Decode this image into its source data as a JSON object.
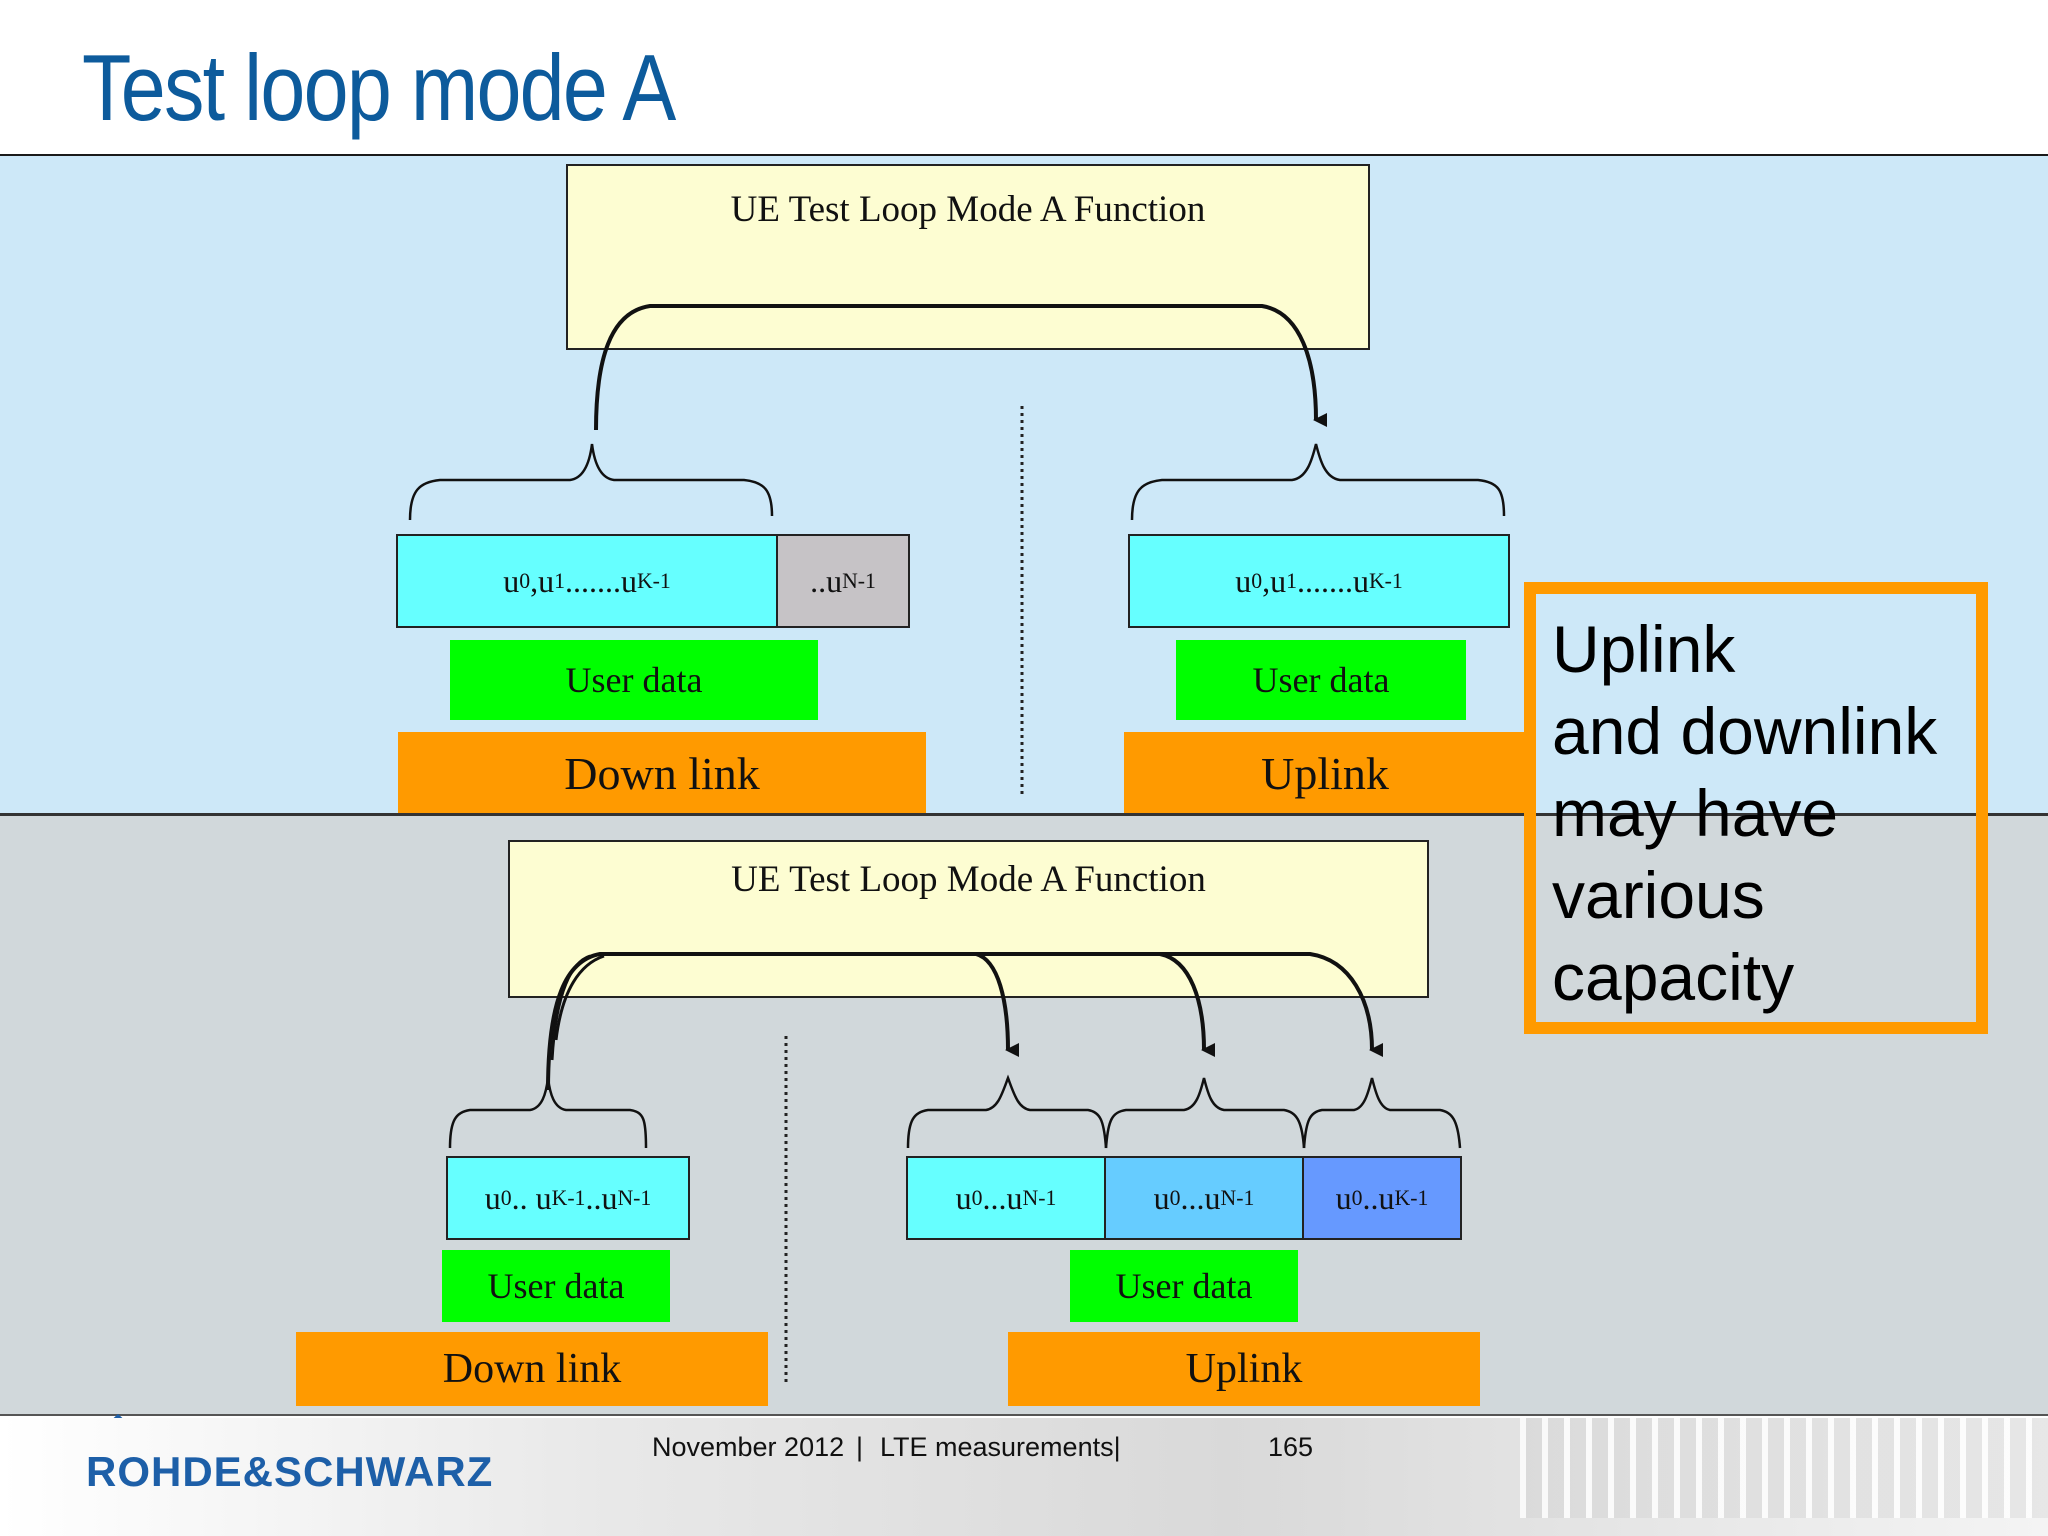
{
  "title": "Test loop mode A",
  "top_diagram": {
    "function_label": "UE Test Loop Mode A Function",
    "downlink": {
      "seg1_main": "u",
      "seg1_sub0": "0",
      "seg1_mid": ",u",
      "seg1_sub1": "1",
      "seg1_dots": ".......u",
      "seg1_subk": "K-1",
      "seg2_main": "..u",
      "seg2_sub": "N-1",
      "user_data": "User data",
      "label": "Down link"
    },
    "uplink": {
      "seg1_main": "u",
      "seg1_sub0": "0",
      "seg1_mid": ",u",
      "seg1_sub1": "1",
      "seg1_dots": ".......u",
      "seg1_subk": "K-1",
      "user_data": "User data",
      "label": "Uplink"
    }
  },
  "bottom_diagram": {
    "function_label": "UE Test Loop Mode A Function",
    "downlink": {
      "seg_a": "u",
      "seg_sub0": "0",
      "seg_b": ".. u",
      "seg_subk": "K-1",
      "seg_c": "..u",
      "seg_subn": "N-1",
      "user_data": "User data",
      "label": "Down link"
    },
    "uplink": {
      "seg1_a": "u",
      "seg1_sub0": "0",
      "seg1_b": "...u",
      "seg1_subn": "N-1",
      "seg2_a": "u",
      "seg2_sub0": "0",
      "seg2_b": "...u",
      "seg2_subn": "N-1",
      "seg3_a": "u",
      "seg3_sub0": "0",
      "seg3_b": "..u",
      "seg3_subk": "K-1",
      "user_data": "User data",
      "label": "Uplink"
    }
  },
  "note": {
    "line1": "Uplink",
    "line2": "and downlink",
    "line3": "may have",
    "line4": "various",
    "line5": "capacity"
  },
  "footer": {
    "date": "November 2012",
    "separator1": "|",
    "topic": "LTE measurements|",
    "page": "165",
    "logo": "ROHDE&SCHWARZ"
  },
  "colors": {
    "title": "#0d5b9c",
    "top_panel": "#cde8f8",
    "bottom_panel": "#d1d8db",
    "function_box": "#fdfdd2",
    "cyan": "#66ffff",
    "grey": "#c6c3c6",
    "light_blue": "#66ccff",
    "blue": "#6699ff",
    "green": "#00ff00",
    "orange": "#ff9a00"
  }
}
